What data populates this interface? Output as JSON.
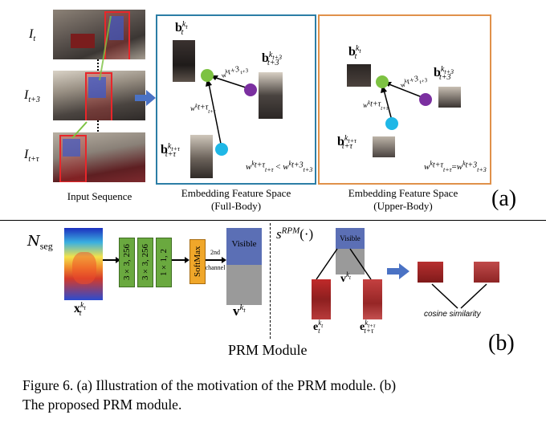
{
  "panel_a": {
    "input_frames": [
      {
        "label_base": "I",
        "label_sub": "t"
      },
      {
        "label_base": "I",
        "label_sub": "t+3"
      },
      {
        "label_base": "I",
        "label_sub": "t+τ"
      }
    ],
    "input_caption": "Input Sequence",
    "fullbody": {
      "title_line1": "Embedding Feature Space",
      "title_line2": "(Full-Body)",
      "b_t": {
        "base": "b",
        "sup": "k",
        "supsub": "t",
        "sub": "t"
      },
      "b_t3": {
        "base": "b",
        "sup": "k",
        "supsub": "t+3",
        "sub": "t+3"
      },
      "b_ttau": {
        "base": "b",
        "sup": "k",
        "supsub": "t+τ",
        "sub": "t+τ"
      },
      "w_t3": "w t+3",
      "w_ttau": "w t+τ",
      "relation": "<"
    },
    "upperbody": {
      "title_line1": "Embedding Feature Space",
      "title_line2": "(Upper-Body)",
      "relation": "="
    },
    "tag": "(a)"
  },
  "panel_b": {
    "nseg_label": "N",
    "nseg_sub": "seg",
    "conv_blocks": [
      "3×3, 256",
      "3×3, 256",
      "1×1, 2"
    ],
    "softmax": "SoftMax",
    "channel_note_1": "2nd",
    "channel_note_2": "channel",
    "visible_label": "Visible",
    "visible_label_small": "Visible",
    "v_label": "v",
    "x_label": "x",
    "srpm": "s",
    "srpm_sup": "RPM",
    "srpm_arg": "(·)",
    "e_t": "e",
    "e_ttau": "e",
    "cos_sim": "cosine similarity",
    "module_label": "PRM Module",
    "tag": "(b)"
  },
  "caption": {
    "line1": "Figure 6. (a) Illustration of the motivation of the PRM module. (b)",
    "line2": "The proposed PRM module."
  },
  "colors": {
    "fullbody_border": "#2c7ea6",
    "upperbody_border": "#e0914a",
    "green_node": "#7dc242",
    "purple_node": "#7b2fa0",
    "cyan_node": "#1fb7e6",
    "conv_green": "#6aa93f",
    "softmax_orange": "#f0a72a",
    "visible_blue": "#5b6fb5",
    "arrow_blue": "#4a72c4"
  }
}
